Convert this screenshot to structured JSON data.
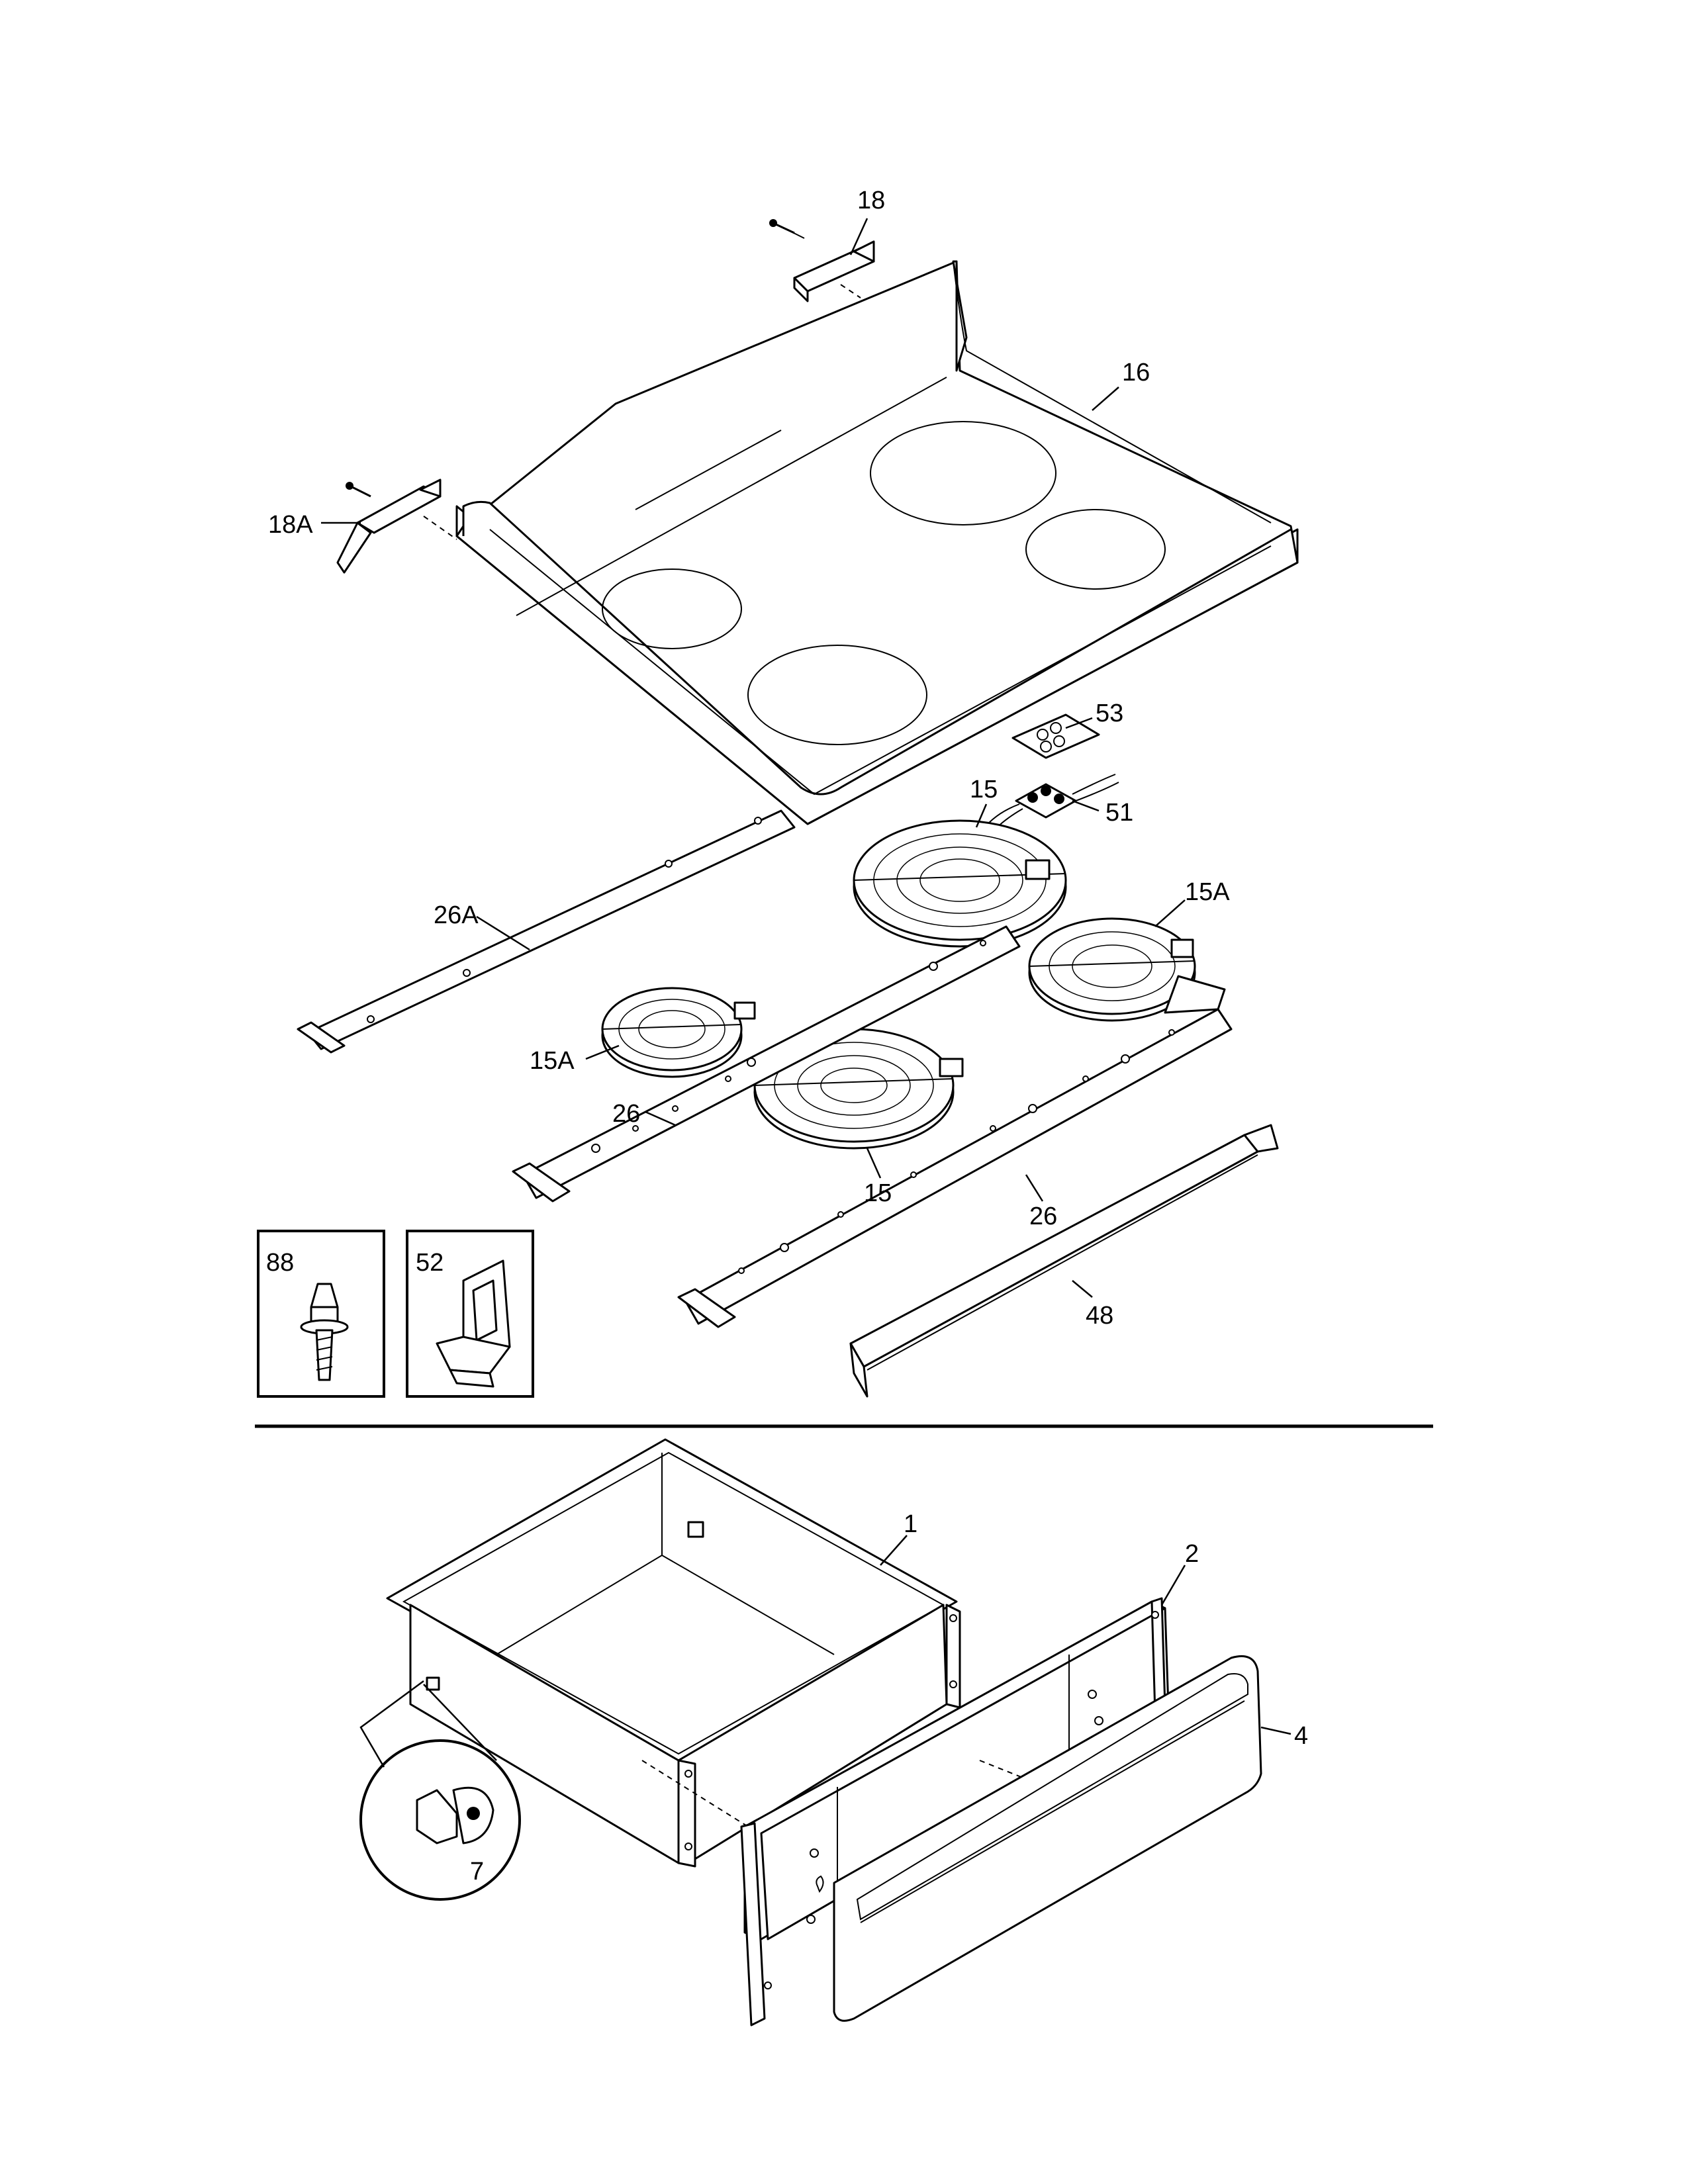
{
  "callouts": {
    "c1": "1",
    "c2": "2",
    "c4": "4",
    "c7": "7",
    "c15a": "15",
    "c15b": "15",
    "c15A_a": "15A",
    "c15A_b": "15A",
    "c16": "16",
    "c18": "18",
    "c18A": "18A",
    "c26a": "26",
    "c26b": "26",
    "c26A": "26A",
    "c48": "48",
    "c51": "51",
    "c52": "52",
    "c53": "53",
    "c88": "88"
  }
}
